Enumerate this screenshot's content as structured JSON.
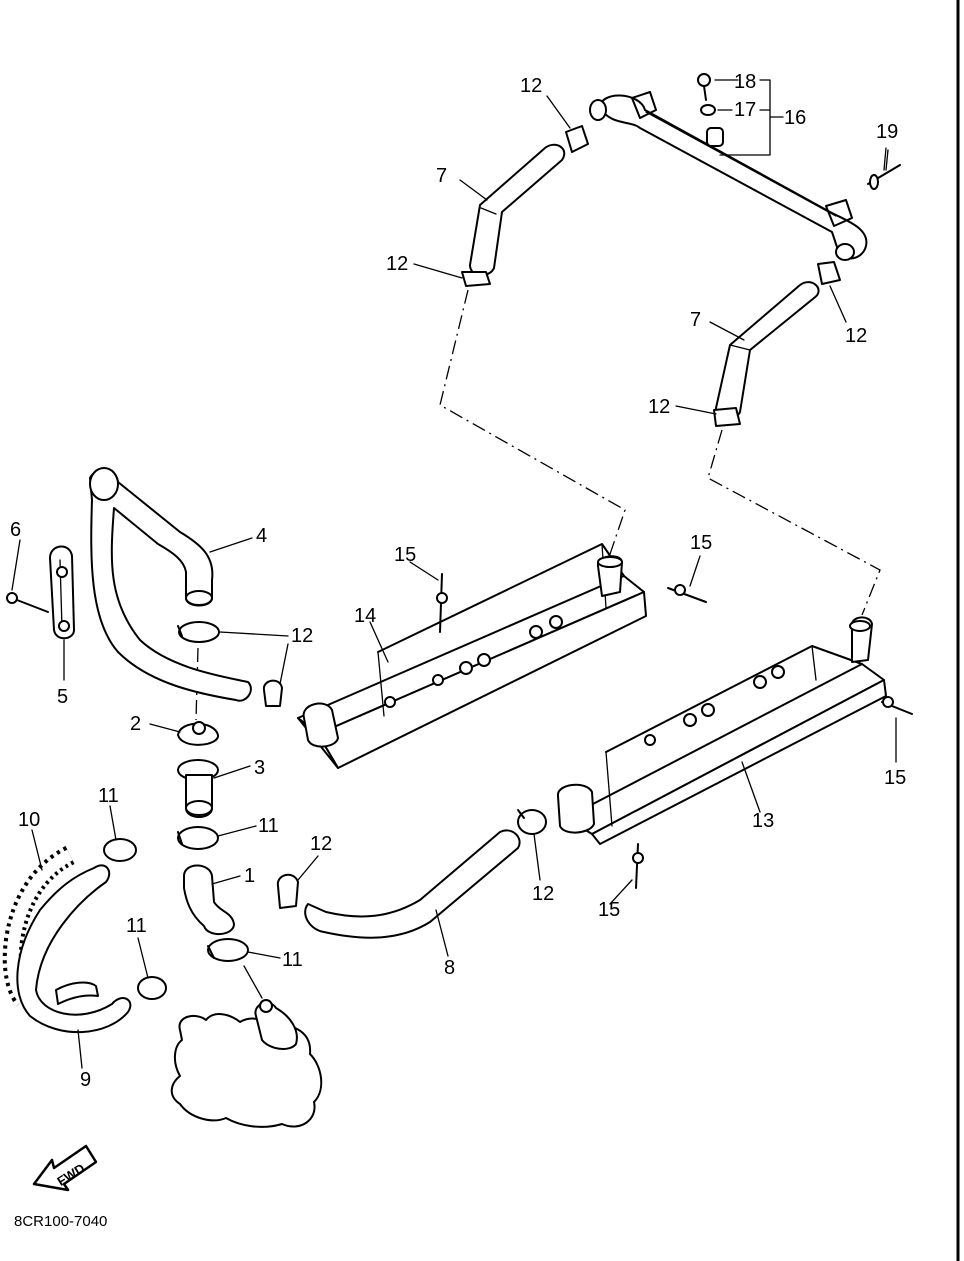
{
  "diagram": {
    "code": "8CR100-7040",
    "fwd_label": "FWD",
    "callouts": {
      "c1": "1",
      "c2": "2",
      "c3": "3",
      "c4": "4",
      "c5": "5",
      "c6": "6",
      "c7a": "7",
      "c7b": "7",
      "c8": "8",
      "c9": "9",
      "c10": "10",
      "c11a": "11",
      "c11b": "11",
      "c11c": "11",
      "c11d": "11",
      "c12a": "12",
      "c12b": "12",
      "c12c": "12",
      "c12d": "12",
      "c12e": "12",
      "c12f": "12",
      "c12g": "12",
      "c13": "13",
      "c14": "14",
      "c15a": "15",
      "c15b": "15",
      "c15c": "15",
      "c15d": "15",
      "c16": "16",
      "c17": "17",
      "c18": "18",
      "c19": "19"
    }
  }
}
